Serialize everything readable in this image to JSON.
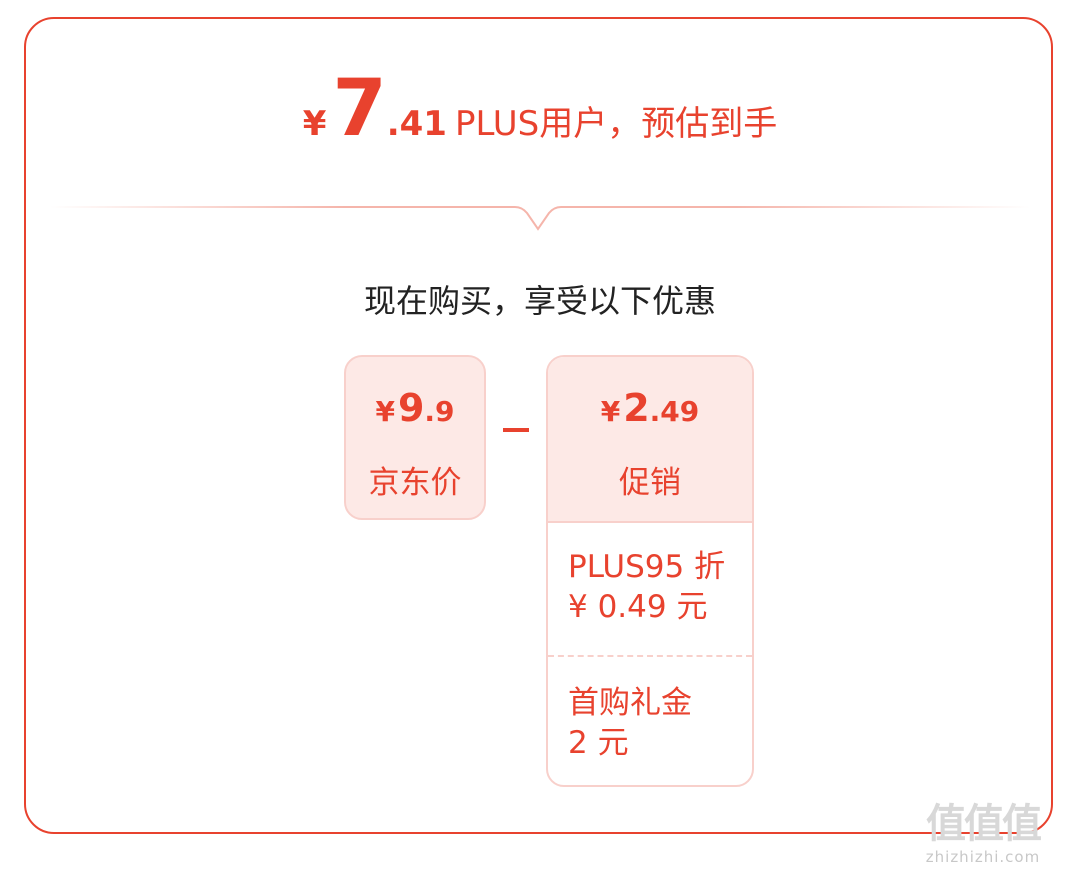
{
  "headline": {
    "currency": "¥",
    "price_int": "7",
    "price_dec": ".41",
    "text": "PLUS用户，预估到手"
  },
  "subtitle": "现在购买，享受以下优惠",
  "jd_price": {
    "currency": "¥",
    "int": "9",
    "dec": ".9",
    "label": "京东价"
  },
  "operator": "-",
  "promotion": {
    "currency": "¥",
    "int": "2",
    "dec": ".49",
    "label": "促销",
    "items": [
      {
        "line1": "PLUS95 折",
        "line2": "¥ 0.49 元"
      },
      {
        "line1": "首购礼金",
        "line2": "2 元"
      }
    ]
  },
  "watermark": {
    "logo_text": "值值值",
    "domain": "zhizhizhi.com"
  },
  "colors": {
    "accent": "#e8422e",
    "box_fill": "#fde9e6",
    "box_border": "#f8d0cb",
    "text_dark": "#222222"
  }
}
